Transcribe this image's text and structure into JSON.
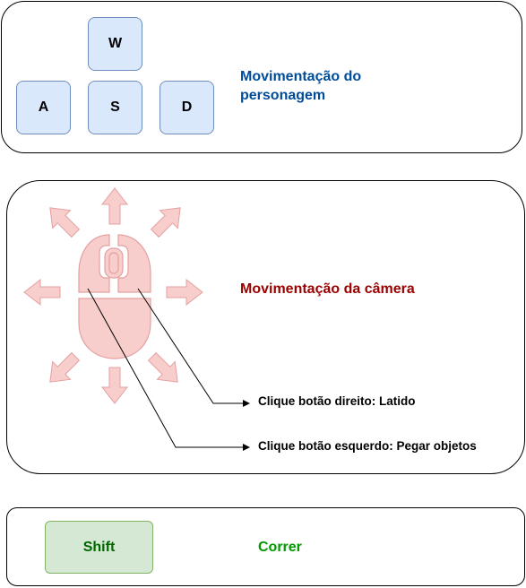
{
  "movement": {
    "keys": {
      "w": "W",
      "a": "A",
      "s": "S",
      "d": "D"
    },
    "label": "Movimentação do personagem",
    "color": "#004c99",
    "key_fill": "#dae8fc",
    "key_stroke": "#6c8ebf"
  },
  "camera": {
    "label": "Movimentação da câmera",
    "color": "#990000",
    "shape_fill": "#f8cecc",
    "shape_stroke": "#e3a0a0",
    "annotations": {
      "right_click": "Clique botão direito: Latido",
      "left_click": "Clique botão esquerdo: Pegar objetos"
    },
    "icons": [
      "mouse-icon",
      "arrow-up-icon",
      "arrow-down-icon",
      "arrow-left-icon",
      "arrow-right-icon",
      "arrow-up-left-icon",
      "arrow-up-right-icon",
      "arrow-down-left-icon",
      "arrow-down-right-icon"
    ]
  },
  "run": {
    "key": "Shift",
    "label": "Correr",
    "color": "#009900",
    "key_fill": "#d5e8d4",
    "key_stroke": "#82b366"
  }
}
